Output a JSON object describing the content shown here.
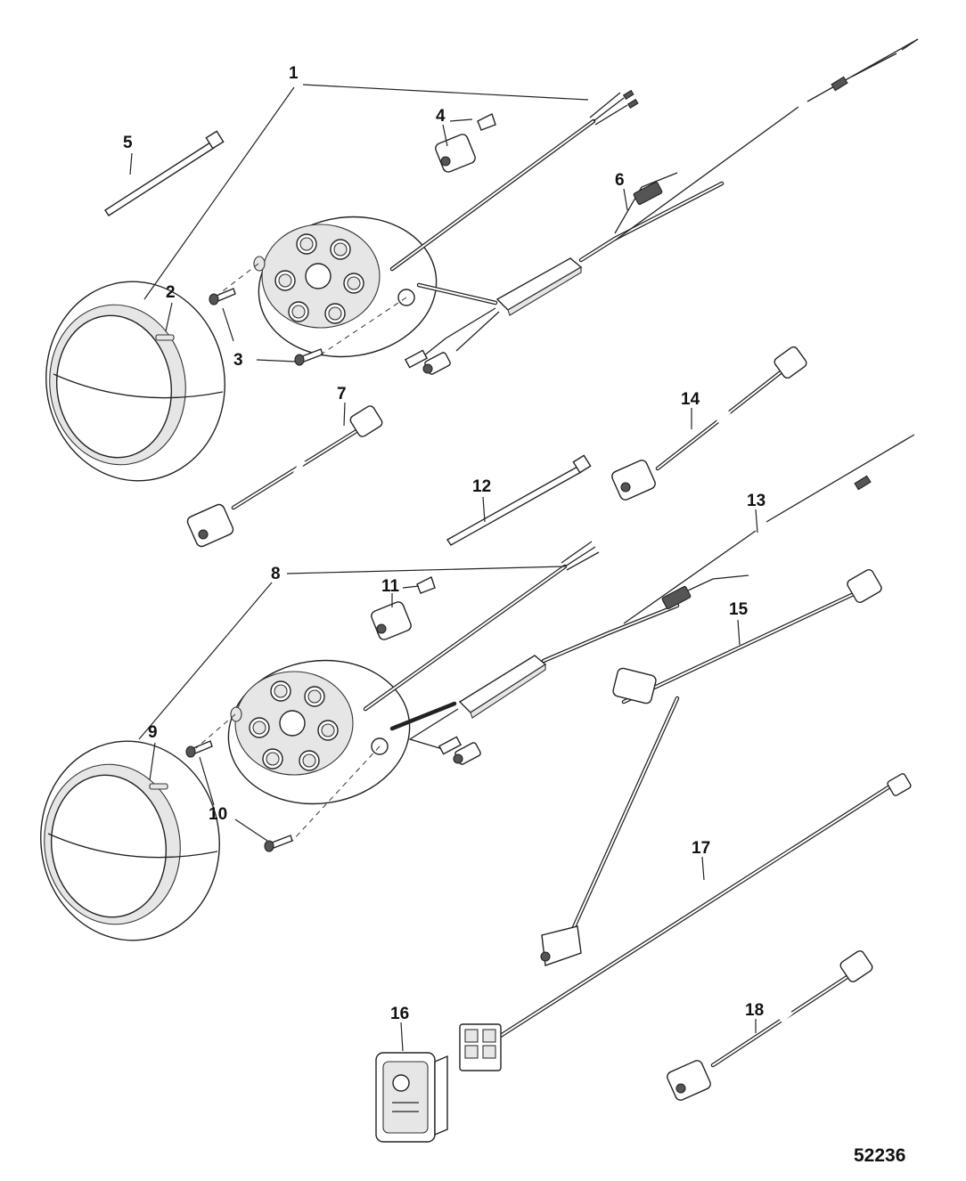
{
  "diagram": {
    "figure_id": "52236",
    "callouts": [
      "1",
      "2",
      "3",
      "4",
      "5",
      "6",
      "7",
      "8",
      "9",
      "10",
      "11",
      "12",
      "13",
      "14",
      "15",
      "16",
      "17",
      "18"
    ]
  },
  "icons": {
    "light_upper": "led-light-assembly",
    "light_lower": "led-light-assembly",
    "switch": "rocker-switch-icon"
  },
  "colors": {
    "ink": "#222222",
    "background": "#ffffff"
  }
}
